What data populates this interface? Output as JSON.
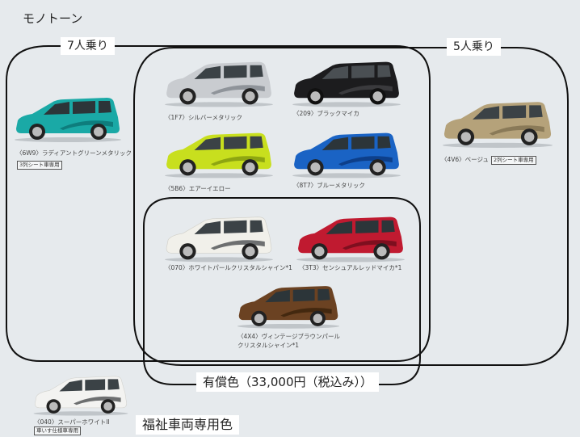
{
  "title": "モノトーン",
  "groups": {
    "seven_seat": {
      "label": "7人乗り"
    },
    "five_seat": {
      "label": "5人乗り"
    },
    "paid": {
      "label": "有償色（33,000円（税込み））"
    },
    "welfare": {
      "label": "福祉車両専用色"
    }
  },
  "cars": [
    {
      "id": "6W9",
      "caption": "〈6W9〉ラディアントグリーンメタリック",
      "tag": "3列シート車専用",
      "color": "#1aa9a6",
      "accent": "#0e7d7d"
    },
    {
      "id": "1F7",
      "caption": "〈1F7〉シルバーメタリック",
      "color": "#c9ccd0",
      "accent": "#8f949a"
    },
    {
      "id": "209",
      "caption": "〈209〉ブラックマイカ",
      "color": "#1c1c1e",
      "accent": "#3a3a3d"
    },
    {
      "id": "5B6",
      "caption": "〈5B6〉エアーイエロー",
      "color": "#c8df1e",
      "accent": "#8ea611"
    },
    {
      "id": "8T7",
      "caption": "〈8T7〉ブルーメタリック",
      "color": "#1a63c4",
      "accent": "#0d3f8a"
    },
    {
      "id": "4V6",
      "caption": "〈4V6〉ベージュ",
      "tag": "2列シート車専用",
      "color": "#b5a27a",
      "accent": "#8a7a58"
    },
    {
      "id": "070",
      "caption": "〈070〉ホワイトパールクリスタルシャイン*1",
      "color": "#f1f0ea",
      "accent": "#c9c7bd"
    },
    {
      "id": "3T3",
      "caption": "〈3T3〉センシュアルレッドマイカ*1",
      "color": "#c01a30",
      "accent": "#7e0f1f"
    },
    {
      "id": "4X4",
      "caption_line1": "〈4X4〉ヴィンテージブラウンパール",
      "caption_line2": "クリスタルシャイン*1",
      "color": "#6b4222",
      "accent": "#43280f"
    },
    {
      "id": "040",
      "caption": "〈040〉スーパーホワイトII",
      "tag": "車いす仕様車専用",
      "color": "#f3f3f1",
      "accent": "#c9c9c4"
    }
  ]
}
